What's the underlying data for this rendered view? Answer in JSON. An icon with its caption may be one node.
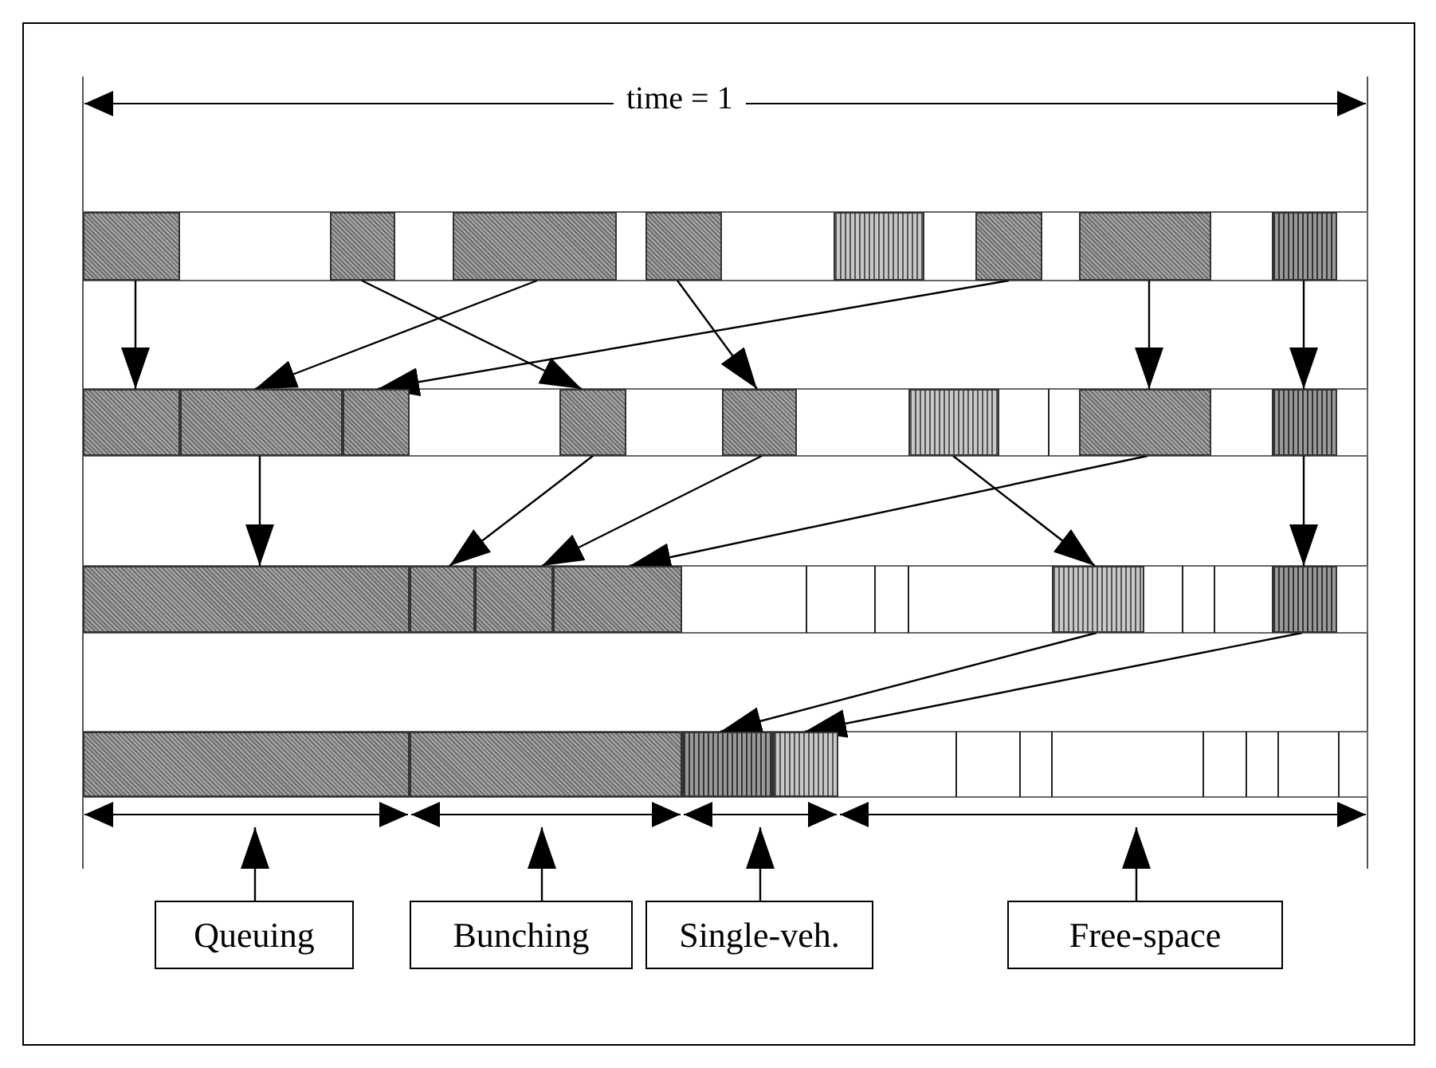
{
  "diagram": {
    "nodes": [
      {
        "text": [],
        "shape": "box"
      },
      {
        "text": [],
        "shape": "box"
      },
      {
        "text": [],
        "shape": "box"
      },
      {
        "text": [],
        "shape": "box"
      },
      {
        "text": [],
        "shape": "box"
      },
      {
        "text": [],
        "shape": "box"
      },
      {
        "text": [],
        "shape": "box"
      },
      {
        "text": [],
        "shape": "box"
      },
      {
        "text": [],
        "shape": "box"
      },
      {
        "text": [],
        "shape": "box"
      },
      {
        "text": [],
        "shape": "box"
      },
      {
        "text": [],
        "shape": "box"
      },
      {
        "text": [],
        "shape": "box"
      },
      {
        "text": [],
        "shape": "box"
      },
      {
        "text": [],
        "shape": "box"
      },
      {
        "text": [],
        "shape": "box"
      },
      {
        "text": [],
        "shape": "box"
      },
      {
        "text": [],
        "shape": "box"
      },
      {
        "text": [],
        "shape": "box"
      },
      {
        "text": [],
        "shape": "box"
      },
      {
        "text": [],
        "shape": "box"
      },
      {
        "text": [],
        "shape": "box"
      },
      {
        "text": [],
        "shape": "box"
      },
      {
        "text": [],
        "shape": "box"
      },
      {
        "text": [],
        "shape": "box"
      },
      {
        "text": [],
        "shape": "box"
      },
      {
        "text": [],
        "shape": "bar"
      },
      {
        "text": [],
        "shape": "bar"
      },
      {
        "text": [],
        "shape": "bar"
      },
      {
        "text": [],
        "shape": "bar"
      },
      {
        "text": [
          "Queuing"
        ]
      },
      {
        "text": [
          "Bunching"
        ]
      },
      {
        "text": [
          "Single-veh."
        ]
      },
      {
        "text": [
          "Free-space"
        ]
      }
    ],
    "edges": [
      {
        "from": 0,
        "to": 8,
        "arrow": "to"
      },
      {
        "from": 1,
        "to": 11,
        "arrow": "to"
      },
      {
        "from": 2,
        "to": 9,
        "arrow": "to"
      },
      {
        "from": 3,
        "to": 12,
        "arrow": "to"
      },
      {
        "from": 5,
        "to": 10,
        "arrow": "to"
      },
      {
        "from": 6,
        "to": 14,
        "arrow": "to"
      },
      {
        "from": 7,
        "to": 15,
        "arrow": "to"
      },
      {
        "from": 9,
        "to": 16,
        "arrow": "to"
      },
      {
        "from": 11,
        "to": 17,
        "arrow": "to"
      },
      {
        "from": 12,
        "to": 18,
        "arrow": "to"
      },
      {
        "from": 14,
        "to": 19,
        "arrow": "to"
      },
      {
        "from": 13,
        "to": 20,
        "arrow": "to"
      },
      {
        "from": 15,
        "to": 21,
        "arrow": "to"
      },
      {
        "from": 20,
        "to": 24,
        "arrow": "to"
      },
      {
        "from": 21,
        "to": 25,
        "arrow": "to"
      },
      {
        "from": 30,
        "to": 26,
        "arrow": "to"
      },
      {
        "from": 31,
        "to": 27,
        "arrow": "to"
      },
      {
        "from": 32,
        "to": 28,
        "arrow": "to"
      },
      {
        "from": 33,
        "to": 29,
        "arrow": "to"
      }
    ],
    "labels": [
      "time = 1"
    ]
  }
}
